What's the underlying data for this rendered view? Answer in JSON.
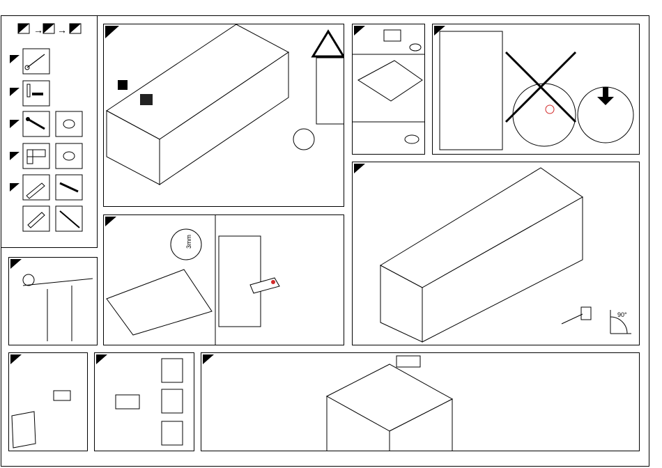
{
  "page": {
    "background": "#ffffff",
    "line_color": "#000000",
    "accent_red": "#d22a2a"
  },
  "parts_sequence": {
    "arrow_glyph": "→"
  },
  "parts_list": [
    {
      "id": "p1",
      "icons": [
        "nail-icon"
      ]
    },
    {
      "id": "p2",
      "icons": [
        "dowel-and-screw-icon"
      ]
    },
    {
      "id": "p3",
      "icons": [
        "screw-icon",
        "cap-icon"
      ]
    },
    {
      "id": "p4",
      "icons": [
        "hinge-icon",
        "cap-icon"
      ]
    },
    {
      "id": "p5",
      "icons": [
        "angle-bracket-icon",
        "screw-icon"
      ]
    },
    {
      "id": "p6",
      "icons": [
        "wall-plug-icon",
        "long-screw-icon"
      ]
    }
  ],
  "steps": [
    {
      "id": "main-assembly",
      "icons": [
        "warning-triangle-icon",
        "rotate-cycle-icon"
      ]
    },
    {
      "id": "cam-fitting",
      "icons": [
        "cam-fitting-icon",
        "rotate-icon"
      ]
    },
    {
      "id": "wrong-way",
      "icons": [
        "cross-out-icon",
        "down-arrow-icon"
      ]
    },
    {
      "id": "top-alignment",
      "icons": [
        "tape-measure-icon",
        "right-angle-icon"
      ]
    },
    {
      "id": "depth-gauge",
      "labels": {
        "depth": "3mm",
        "angle": "90°"
      }
    },
    {
      "id": "hinge-plate",
      "icons": [
        "hinge-icon"
      ]
    },
    {
      "id": "door-hinge",
      "icons": [
        "hinge-icon"
      ]
    },
    {
      "id": "door-adjust",
      "icons": [
        "hinge-icon",
        "adjust-arrows-icon"
      ]
    },
    {
      "id": "cabinet-top",
      "icons": [
        "drill-icon"
      ]
    },
    {
      "id": "shelf-pins",
      "icons": [
        "shelf-icon"
      ]
    }
  ]
}
